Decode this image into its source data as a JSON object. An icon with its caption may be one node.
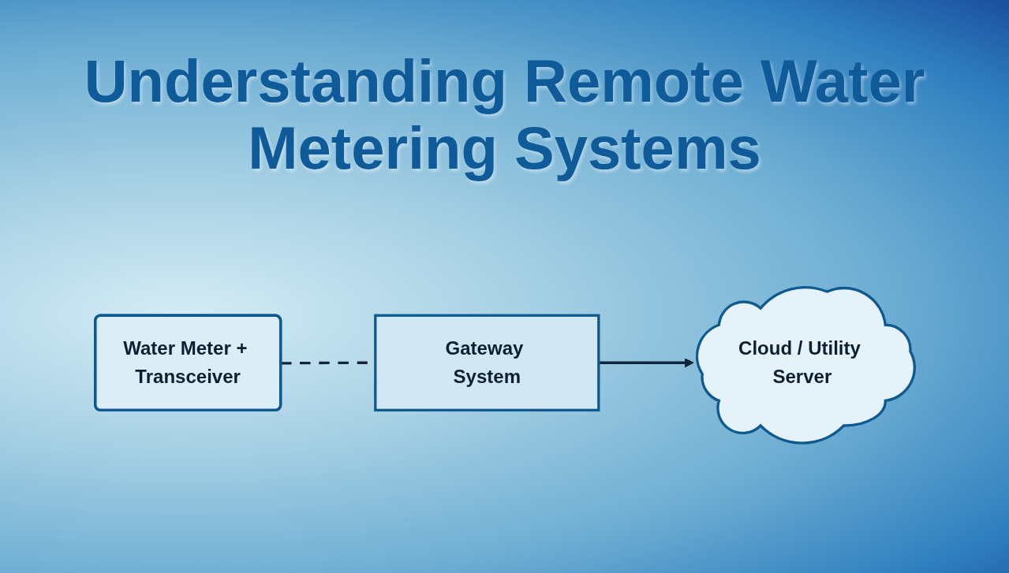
{
  "diagram": {
    "title": "Understanding Remote Water Metering Systems",
    "nodes": [
      {
        "text": [
          "Water Meter + Transceiver"
        ]
      },
      {
        "text": [
          "Gateway System"
        ]
      },
      {
        "text": [
          "Cloud / Utility Server"
        ]
      }
    ],
    "edges": [
      {
        "from": 0,
        "to": 1,
        "arrow": "none",
        "style": "dashed"
      },
      {
        "from": 1,
        "to": 2,
        "arrow": "to"
      }
    ]
  }
}
